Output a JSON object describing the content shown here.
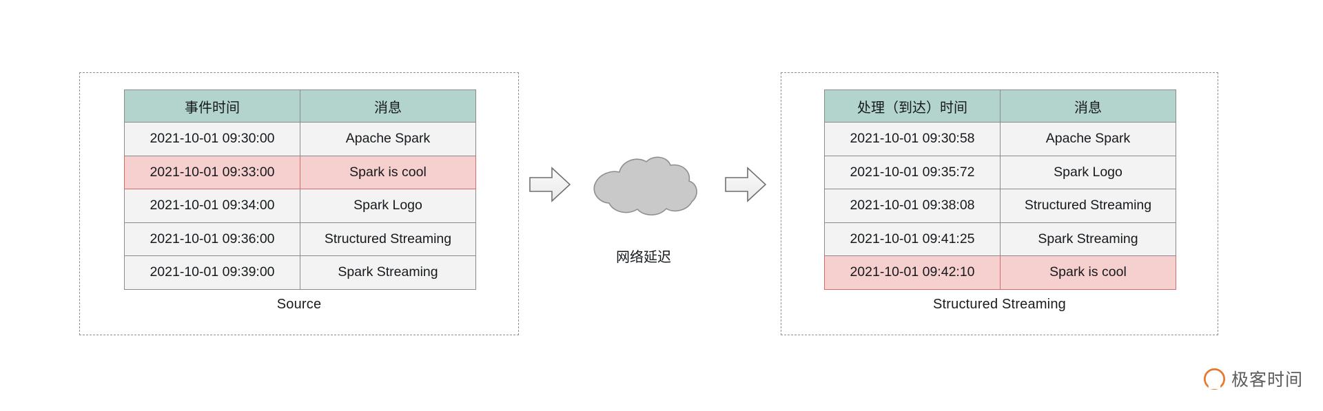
{
  "diagram": {
    "title_source": "Source",
    "title_sink": "Structured Streaming",
    "network_label": "网络延迟",
    "arrow_in_icon": "right-block-arrow-icon",
    "arrow_out_icon": "right-block-arrow-icon",
    "cloud_icon": "cloud-icon",
    "colors": {
      "header_teal": "#b2d4cc",
      "row_default": "#f3f3f3",
      "row_highlight": "#f6cfcf",
      "row_highlight_border": "#d76b6b",
      "grid_line": "#8a8a8a",
      "panel_dash": "#8e8e8e",
      "cloud_fill": "#c9c9c9",
      "cloud_stroke": "#8e8e8e",
      "arrow_fill": "#f0f0f0",
      "arrow_stroke": "#6f6f6f",
      "watermark_orange": "#e8772e",
      "watermark_text": "#5d5d5d"
    }
  },
  "source_table": {
    "columns": [
      "事件时间",
      "消息"
    ],
    "rows": [
      {
        "time": "2021-10-01 09:30:00",
        "message": "Apache Spark",
        "highlight": false
      },
      {
        "time": "2021-10-01 09:33:00",
        "message": "Spark is cool",
        "highlight": true
      },
      {
        "time": "2021-10-01 09:34:00",
        "message": "Spark Logo",
        "highlight": false
      },
      {
        "time": "2021-10-01 09:36:00",
        "message": "Structured Streaming",
        "highlight": false
      },
      {
        "time": "2021-10-01 09:39:00",
        "message": "Spark Streaming",
        "highlight": false
      }
    ]
  },
  "sink_table": {
    "columns": [
      "处理（到达）时间",
      "消息"
    ],
    "rows": [
      {
        "time": "2021-10-01 09:30:58",
        "message": "Apache Spark",
        "highlight": false
      },
      {
        "time": "2021-10-01 09:35:72",
        "message": "Spark Logo",
        "highlight": false
      },
      {
        "time": "2021-10-01 09:38:08",
        "message": "Structured Streaming",
        "highlight": false
      },
      {
        "time": "2021-10-01 09:41:25",
        "message": "Spark Streaming",
        "highlight": false
      },
      {
        "time": "2021-10-01 09:42:10",
        "message": "Spark is cool",
        "highlight": true
      }
    ]
  },
  "watermark": {
    "text": "极客时间",
    "logo_icon": "geekbang-circle-logo-icon"
  }
}
